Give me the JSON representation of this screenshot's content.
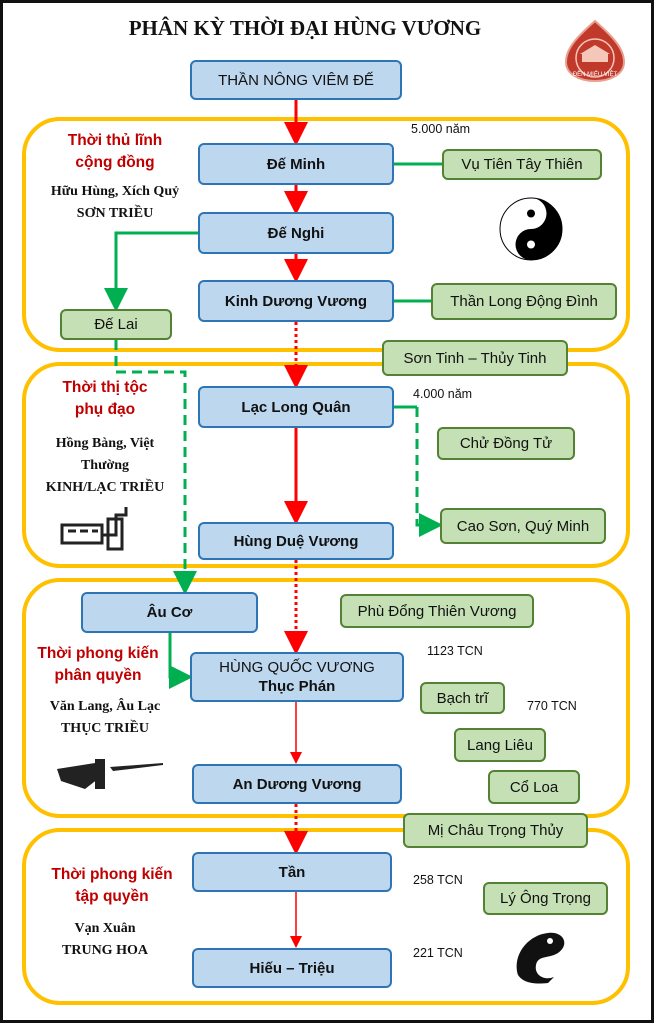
{
  "title": "PHÂN KỲ THỜI ĐẠI HÙNG VƯƠNG",
  "logo": {
    "text": "ĐỀN MIẾU VIỆT",
    "color": "#c0392b"
  },
  "root": "THẦN NÔNG VIÊM ĐẾ",
  "sections": [
    {
      "label": [
        "Thời thủ lĩnh",
        "cộng đồng"
      ],
      "desc": [
        "Hữu Hùng, Xích Quỷ",
        "SƠN TRIỀU"
      ],
      "year": "5.000 năm",
      "kings": [
        "Đế Minh",
        "Đế Nghi",
        "Kinh Dương Vương"
      ],
      "branches": [
        "Vụ Tiên Tây Thiên",
        "Thần Long Động Đình",
        "Đế Lai",
        "Sơn Tinh – Thủy Tinh"
      ]
    },
    {
      "label": [
        "Thời thị tộc",
        "phụ đạo"
      ],
      "desc": [
        "Hồng Bàng, Việt",
        "Thường",
        "KINH/LẠC TRIỀU"
      ],
      "year": "4.000  năm",
      "kings": [
        "Lạc Long Quân",
        "Hùng Duệ Vương"
      ],
      "branches": [
        "Chử Đồng Tử",
        "Cao Sơn, Quý Minh"
      ]
    },
    {
      "label": [
        "Thời phong kiến",
        "phân quyền"
      ],
      "desc": [
        "Văn Lang, Âu Lạc",
        "THỤC TRIỀU"
      ],
      "years": [
        "1123 TCN",
        "770 TCN"
      ],
      "kings": [
        "Âu Cơ",
        "HÙNG QUỐC VƯƠNG",
        "Thục Phán",
        "An Dương Vương"
      ],
      "branches": [
        "Phù Đổng Thiên Vương",
        "Bạch trĩ",
        "Lang Liêu",
        "Cổ Loa",
        "Mị Châu Trọng Thủy"
      ]
    },
    {
      "label": [
        "Thời phong kiến",
        "tập quyền"
      ],
      "desc": [
        "Vạn Xuân",
        "TRUNG HOA"
      ],
      "years": [
        "258 TCN",
        "221 TCN"
      ],
      "kings": [
        "Tần",
        "Hiếu – Triệu"
      ],
      "branches": [
        "Lý Ông Trọng"
      ]
    }
  ],
  "colors": {
    "section_border": "#ffc000",
    "king_fill": "#bdd7ee",
    "king_border": "#2e75b6",
    "branch_fill": "#c5e0b4",
    "branch_border": "#548235",
    "lineage": "#ff0000",
    "link": "#00b050",
    "label": "#c00000"
  }
}
